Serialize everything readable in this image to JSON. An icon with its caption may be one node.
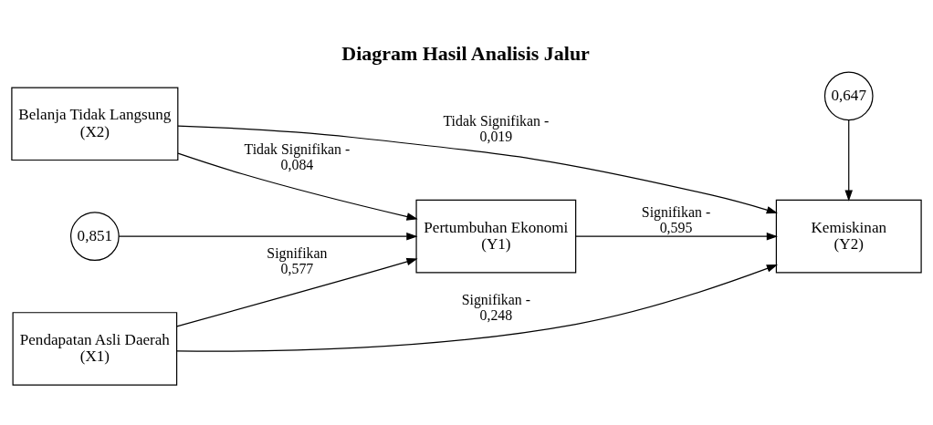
{
  "diagram": {
    "title": "Diagram Hasil Analisis Jalur",
    "nodes": [
      {
        "text": [
          "Pendapatan Asli Daerah",
          "(X1)"
        ]
      },
      {
        "text": [
          "0,851"
        ]
      },
      {
        "text": [
          "Belanja Tidak Langsung",
          "(X2)"
        ]
      },
      {
        "text": [
          "Pertumbuhan Ekonomi",
          "(Y1)"
        ]
      },
      {
        "text": [
          "Kemiskinan",
          "(Y2)"
        ]
      },
      {
        "text": [
          "0,647"
        ]
      }
    ],
    "edges": [
      {
        "from": 0,
        "to": 3,
        "arrow": "to",
        "label": "Signifikan 0,577"
      },
      {
        "from": 0,
        "to": 4,
        "arrow": "to",
        "label": "Signifikan - 0,248"
      },
      {
        "from": 1,
        "to": 3,
        "arrow": "to"
      },
      {
        "from": 3,
        "to": 4,
        "arrow": "to",
        "label": "Signifikan - 0,595"
      },
      {
        "from": 2,
        "to": 3,
        "arrow": "to",
        "label": "Tidak Signifikan - 0,084"
      },
      {
        "from": 2,
        "to": 4,
        "arrow": "to",
        "label": "Tidak Signifikan - 0,019"
      },
      {
        "from": 5,
        "to": 4,
        "arrow": "to"
      }
    ]
  }
}
